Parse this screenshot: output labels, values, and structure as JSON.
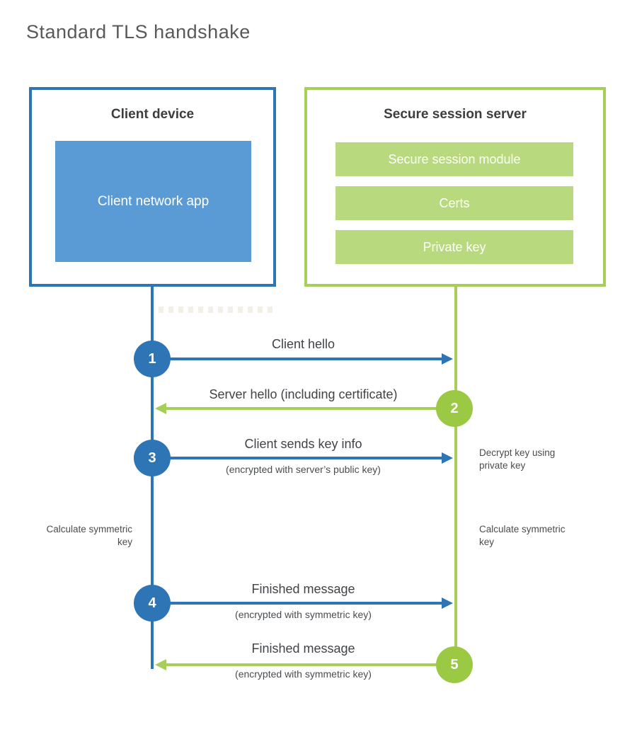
{
  "page": {
    "title": "Standard TLS handshake"
  },
  "colors": {
    "blue": "#2e75b6",
    "blue_fill": "#5b9bd5",
    "green_border": "#a6cf58",
    "green_circle": "#9cc944",
    "green_fill": "#b8d97e",
    "title_gray": "#595959",
    "text_dark": "#3d3d3d",
    "label_gray": "#404347"
  },
  "client_box": {
    "title": "Client device",
    "app_label": "Client network app"
  },
  "server_box": {
    "title": "Secure session server",
    "modules": [
      {
        "label": "Secure session module"
      },
      {
        "label": "Certs"
      },
      {
        "label": "Private key"
      }
    ]
  },
  "steps": [
    {
      "number": "1",
      "label": "Client hello",
      "sublabel": "",
      "direction": "right",
      "color": "blue",
      "from": "client",
      "to": "server"
    },
    {
      "number": "2",
      "label": "Server hello (including certificate)",
      "sublabel": "",
      "direction": "left",
      "color": "green",
      "from": "server",
      "to": "client"
    },
    {
      "number": "3",
      "label": "Client sends key info",
      "sublabel": "(encrypted with server’s public key)",
      "direction": "right",
      "color": "blue",
      "from": "client",
      "to": "server"
    },
    {
      "number": "4",
      "label": "Finished message",
      "sublabel": "(encrypted with symmetric key)",
      "direction": "right",
      "color": "blue",
      "from": "client",
      "to": "server"
    },
    {
      "number": "5",
      "label": "Finished message",
      "sublabel": "(encrypted with symmetric key)",
      "direction": "left",
      "color": "green",
      "from": "server",
      "to": "client"
    }
  ],
  "annotations": {
    "decrypt": "Decrypt key using private key",
    "calc_left": "Calculate symmetric key",
    "calc_right": "Calculate symmetric key"
  }
}
